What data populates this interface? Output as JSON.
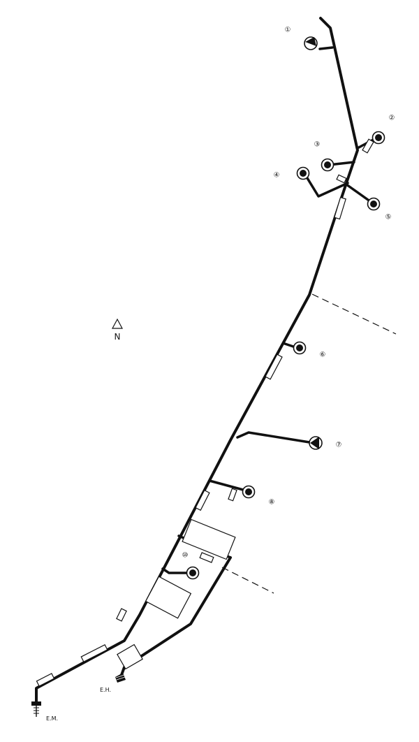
{
  "north": "N",
  "labels": {
    "em": "E.M.",
    "eh": "E.H."
  },
  "markers": [
    {
      "num": "①"
    },
    {
      "num": "②"
    },
    {
      "num": "③"
    },
    {
      "num": "④"
    },
    {
      "num": "⑤"
    },
    {
      "num": "⑥"
    },
    {
      "num": "⑦"
    },
    {
      "num": "⑧"
    },
    {
      "num": "⑩"
    }
  ]
}
